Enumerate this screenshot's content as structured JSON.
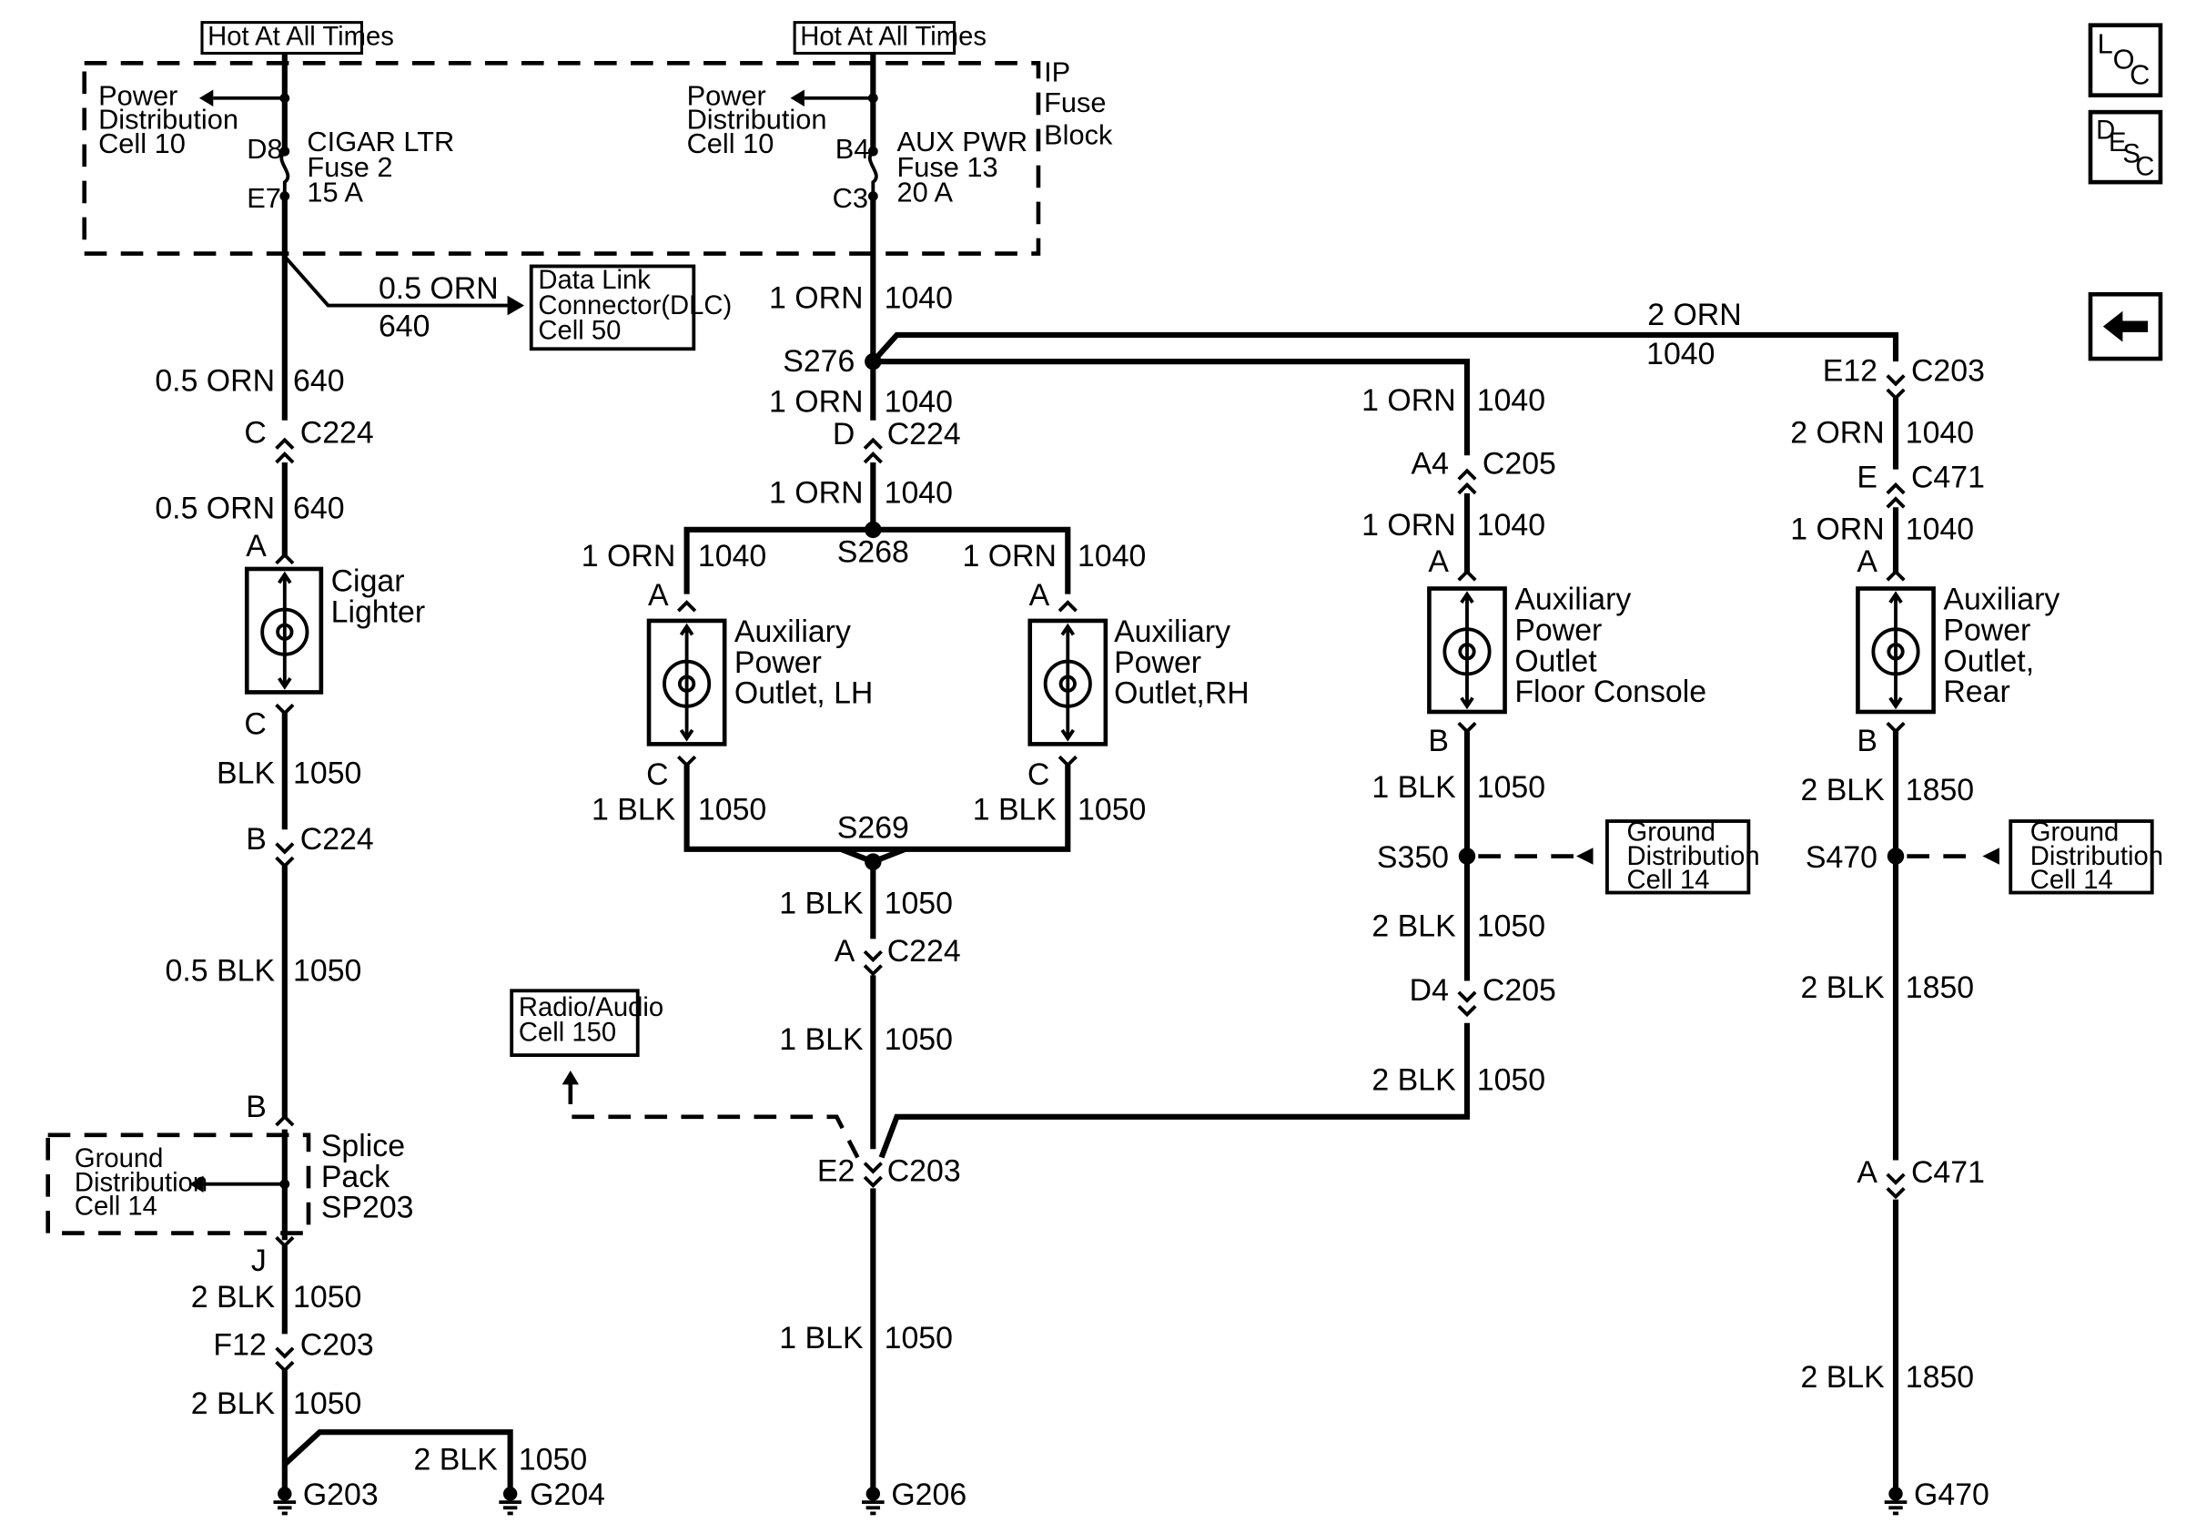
{
  "fuse_block": {
    "label_1": "IP",
    "label_2": "Fuse",
    "label_3": "Block",
    "hot_left": "Hot At All Times",
    "hot_right": "Hot At All Times",
    "power_dist_left": [
      "Power",
      "Distribution",
      "Cell 10"
    ],
    "power_dist_right": [
      "Power",
      "Distribution",
      "Cell 10"
    ],
    "cigar": {
      "pin_in": "D8",
      "pin_out": "E7",
      "name": "CIGAR LTR",
      "fuse": "Fuse 2",
      "rating": "15 A"
    },
    "aux": {
      "pin_in": "B4",
      "pin_out": "C3",
      "name": "AUX PWR",
      "fuse": "Fuse 13",
      "rating": "20 A"
    }
  },
  "column1": {
    "dlc_wire": "0.5 ORN",
    "dlc_circuit": "640",
    "dlc_ref": [
      "Data Link",
      "Connector(DLC)",
      "Cell 50"
    ],
    "labels": [
      "0.5 ORN",
      "640",
      "C",
      "C224",
      "0.5 ORN",
      "640",
      "A",
      "C",
      "BLK",
      "1050",
      "B",
      "C224",
      "0.5 BLK",
      "1050",
      "B",
      "J",
      "2 BLK",
      "1050",
      "F12",
      "C203",
      "2 BLK",
      "1050",
      "2 BLK",
      "1050",
      "G203",
      "G204"
    ],
    "component": [
      "Cigar",
      "Lighter"
    ],
    "splice_ref": [
      "Ground",
      "Distribution",
      "Cell 14"
    ],
    "splice_pack": [
      "Splice",
      "Pack",
      "SP203"
    ]
  },
  "column2": {
    "labels": [
      "1 ORN",
      "1040",
      "S276",
      "1 ORN",
      "1040",
      "D",
      "C224",
      "1 ORN",
      "1040",
      "S268",
      "S269",
      "1 BLK",
      "1050",
      "A",
      "C224",
      "1 BLK",
      "1050",
      "E2",
      "C203",
      "1 BLK",
      "1050",
      "G206"
    ],
    "lh": [
      "1 ORN",
      "1040",
      "A",
      "Auxiliary",
      "Power",
      "Outlet, LH",
      "C",
      "1 BLK",
      "1050"
    ],
    "rh": [
      "1 ORN",
      "1040",
      "A",
      "Auxiliary",
      "Power",
      "Outlet,RH",
      "C",
      "1 BLK",
      "1050"
    ],
    "radio_ref": [
      "Radio/Audio",
      "Cell 150"
    ]
  },
  "column3": {
    "labels": [
      "1 ORN",
      "1040",
      "A4",
      "C205",
      "1 ORN",
      "1040",
      "A",
      "B",
      "1 BLK",
      "1050",
      "S350",
      "2 BLK",
      "1050",
      "D4",
      "C205",
      "2 BLK",
      "1050"
    ],
    "component": [
      "Auxiliary",
      "Power",
      "Outlet",
      "Floor Console"
    ],
    "ground_ref": [
      "Ground",
      "Distribution",
      "Cell 14"
    ]
  },
  "column4": {
    "top": [
      "2 ORN",
      "1040"
    ],
    "labels": [
      "E12",
      "C203",
      "2 ORN",
      "1040",
      "E",
      "C471",
      "1 ORN",
      "1040",
      "A",
      "B",
      "2 BLK",
      "1850",
      "S470",
      "2 BLK",
      "1850",
      "A",
      "C471",
      "2 BLK",
      "1850",
      "G470"
    ],
    "component": [
      "Auxiliary",
      "Power",
      "Outlet,",
      "Rear"
    ],
    "ground_ref": [
      "Ground",
      "Distribution",
      "Cell 14"
    ]
  },
  "nav": {
    "loc": [
      "L",
      "O",
      "C"
    ],
    "desc": [
      "D",
      "E",
      "S",
      "C"
    ],
    "back_icon": "back-arrow-icon"
  }
}
